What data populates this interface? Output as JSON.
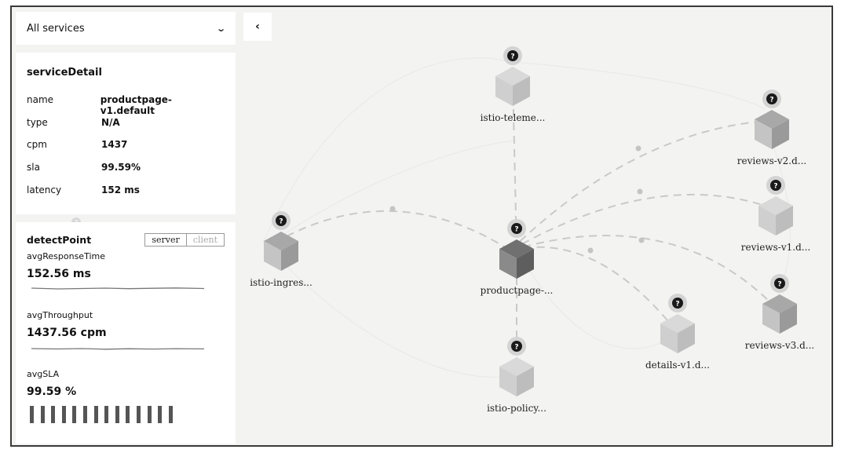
{
  "service_selector": {
    "value": "All services",
    "icon": "chevron-down-icon"
  },
  "collapse_button": {
    "icon": "chevron-left-icon",
    "symbol": "‹"
  },
  "service_detail": {
    "title": "serviceDetail",
    "fields": [
      {
        "key": "name",
        "value": "productpage-v1.default"
      },
      {
        "key": "type",
        "value": "N/A"
      },
      {
        "key": "cpm",
        "value": "1437"
      },
      {
        "key": "sla",
        "value": "99.59%"
      },
      {
        "key": "latency",
        "value": "152 ms"
      }
    ]
  },
  "detect_point": {
    "title": "detectPoint",
    "options": [
      "server",
      "client"
    ],
    "selected": "server"
  },
  "metrics": {
    "avg_response_time": {
      "label": "avgResponseTime",
      "value": "152.56 ms"
    },
    "avg_throughput": {
      "label": "avgThroughput",
      "value": "1437.56 cpm"
    },
    "avg_sla": {
      "label": "avgSLA",
      "value": "99.59 %",
      "bar_count": 14
    }
  },
  "topology": {
    "node_badge": "?",
    "nodes": [
      {
        "id": "telemetry",
        "label": "istio-teleme...",
        "shade": "light"
      },
      {
        "id": "ingress",
        "label": "istio-ingres...",
        "shade": "mid"
      },
      {
        "id": "productpage",
        "label": "productpage-...",
        "shade": "dark"
      },
      {
        "id": "policy",
        "label": "istio-policy...",
        "shade": "light"
      },
      {
        "id": "details",
        "label": "details-v1.d...",
        "shade": "light"
      },
      {
        "id": "reviews2",
        "label": "reviews-v2.d...",
        "shade": "mid"
      },
      {
        "id": "reviews1",
        "label": "reviews-v1.d...",
        "shade": "light"
      },
      {
        "id": "reviews3",
        "label": "reviews-v3.d...",
        "shade": "mid"
      }
    ],
    "edges": [
      {
        "from": "ingress",
        "to": "productpage"
      },
      {
        "from": "productpage",
        "to": "telemetry"
      },
      {
        "from": "productpage",
        "to": "policy"
      },
      {
        "from": "productpage",
        "to": "reviews2"
      },
      {
        "from": "productpage",
        "to": "reviews1"
      },
      {
        "from": "productpage",
        "to": "reviews3"
      },
      {
        "from": "productpage",
        "to": "details"
      }
    ]
  }
}
